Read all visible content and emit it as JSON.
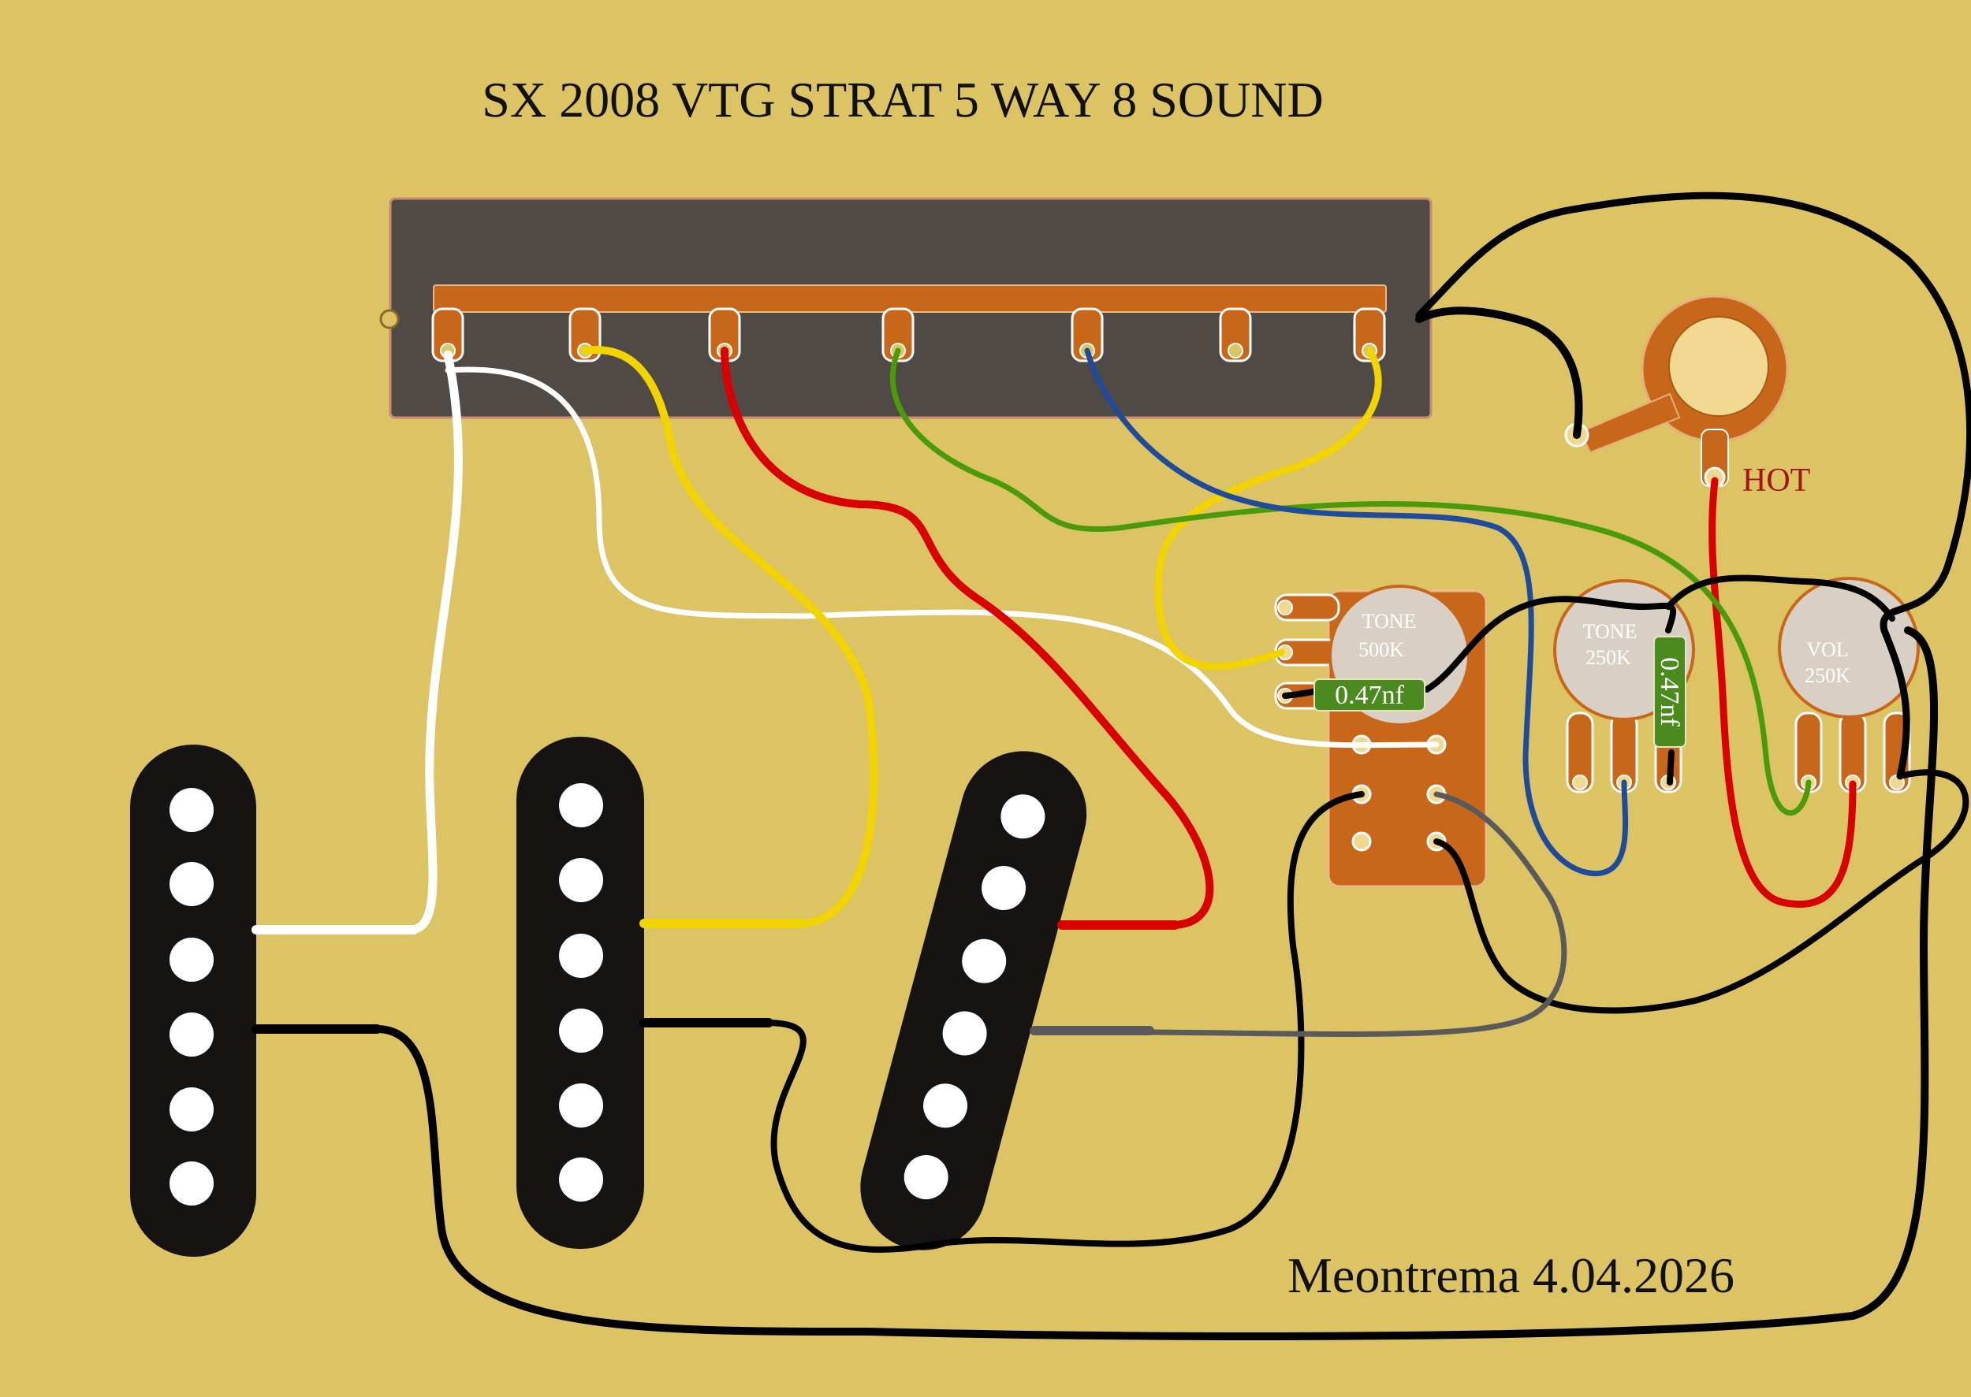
{
  "title": "SX 2008  VTG STRAT 5 WAY 8 SOUND",
  "credit": "Meontrema 4.04.2026",
  "jack": {
    "hot_label": "HOT"
  },
  "pots": {
    "tone1": {
      "line1": "TONE",
      "line2": "500K"
    },
    "tone2": {
      "line1": "TONE",
      "line2": "250K"
    },
    "vol": {
      "line1": "VOL",
      "line2": "250K"
    }
  },
  "capacitors": {
    "cap1": "0.47nf",
    "cap2": "0.47nf"
  },
  "colors": {
    "background": "#dcc363",
    "switch_body": "#4f4a45",
    "terminal": "#c8661a",
    "pickup": "#151412",
    "pot_face": "#d8d0c4",
    "capacitor": "#4b8a1e",
    "wire_white": "#ffffff",
    "wire_yellow": "#f2d400",
    "wire_red": "#d90000",
    "wire_green": "#4a9a0a",
    "wire_blue": "#1f4c9a",
    "wire_black": "#000000",
    "wire_gray": "#5a5a5a"
  }
}
